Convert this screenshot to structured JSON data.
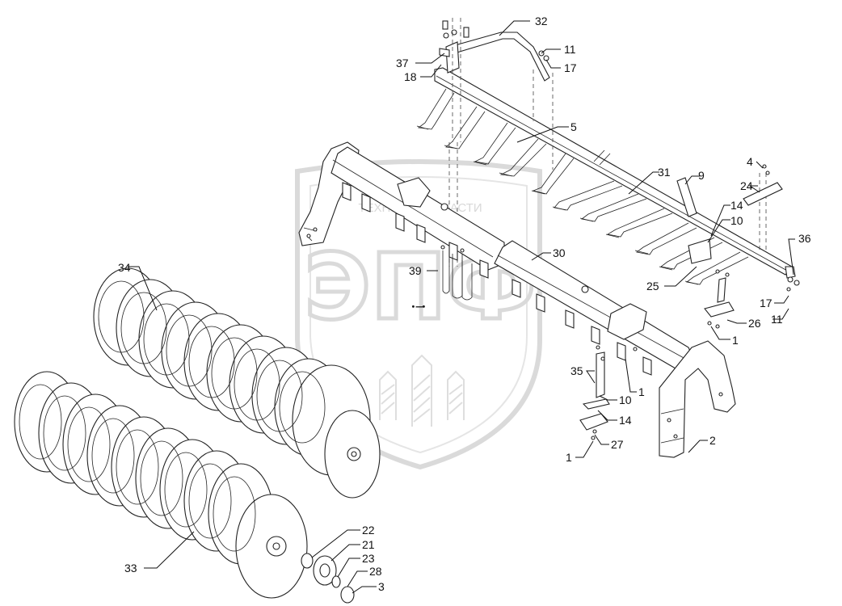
{
  "watermark": {
    "top_text": "ТЕХНИКА ЗАПЧАСТИ",
    "big_text": "ЭПФ",
    "color": "#bdbdbd"
  },
  "callouts": [
    "32",
    "11",
    "17",
    "37",
    "18",
    "5",
    "4",
    "31",
    "9",
    "24",
    "14",
    "10",
    "36",
    "30",
    "39",
    "25",
    "17",
    "11",
    "26",
    "1",
    "34",
    "35",
    "1",
    "10",
    "14",
    "1",
    "27",
    "2",
    "22",
    "21",
    "23",
    "28",
    "3",
    "33"
  ]
}
